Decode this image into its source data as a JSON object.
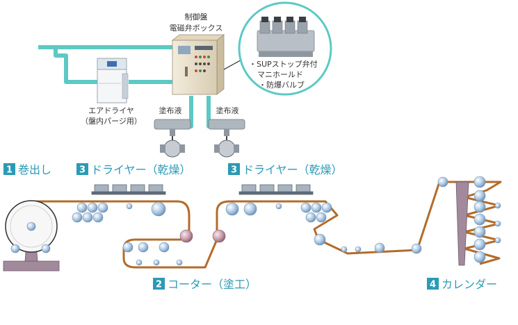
{
  "control_panel": {
    "line1": "制御盤",
    "line2": "電磁弁ボックス"
  },
  "valve_callout": {
    "line1": "・SUPストップ弁付",
    "line2": "マニホールド",
    "line3": "・防爆バルブ"
  },
  "air_dryer": {
    "line1": "エアドライヤ",
    "line2": "（盤内パージ用）"
  },
  "coating_liquid_left": "塗布液",
  "coating_liquid_right": "塗布液",
  "steps": {
    "unwind": {
      "num": "1",
      "label": "巻出し"
    },
    "dryer_left": {
      "num": "3",
      "label": "ドライヤー（乾燥）"
    },
    "dryer_right": {
      "num": "3",
      "label": "ドライヤー（乾燥）"
    },
    "coater": {
      "num": "2",
      "label": "コーター（塗工）"
    },
    "calender": {
      "num": "4",
      "label": "カレンダー"
    }
  },
  "colors": {
    "air_pipe": "#5cc9c4",
    "web_line": "#b36b2a",
    "badge": "#2b9ab5",
    "roller": "#bcd3ea",
    "panel": "#ede3cf"
  }
}
